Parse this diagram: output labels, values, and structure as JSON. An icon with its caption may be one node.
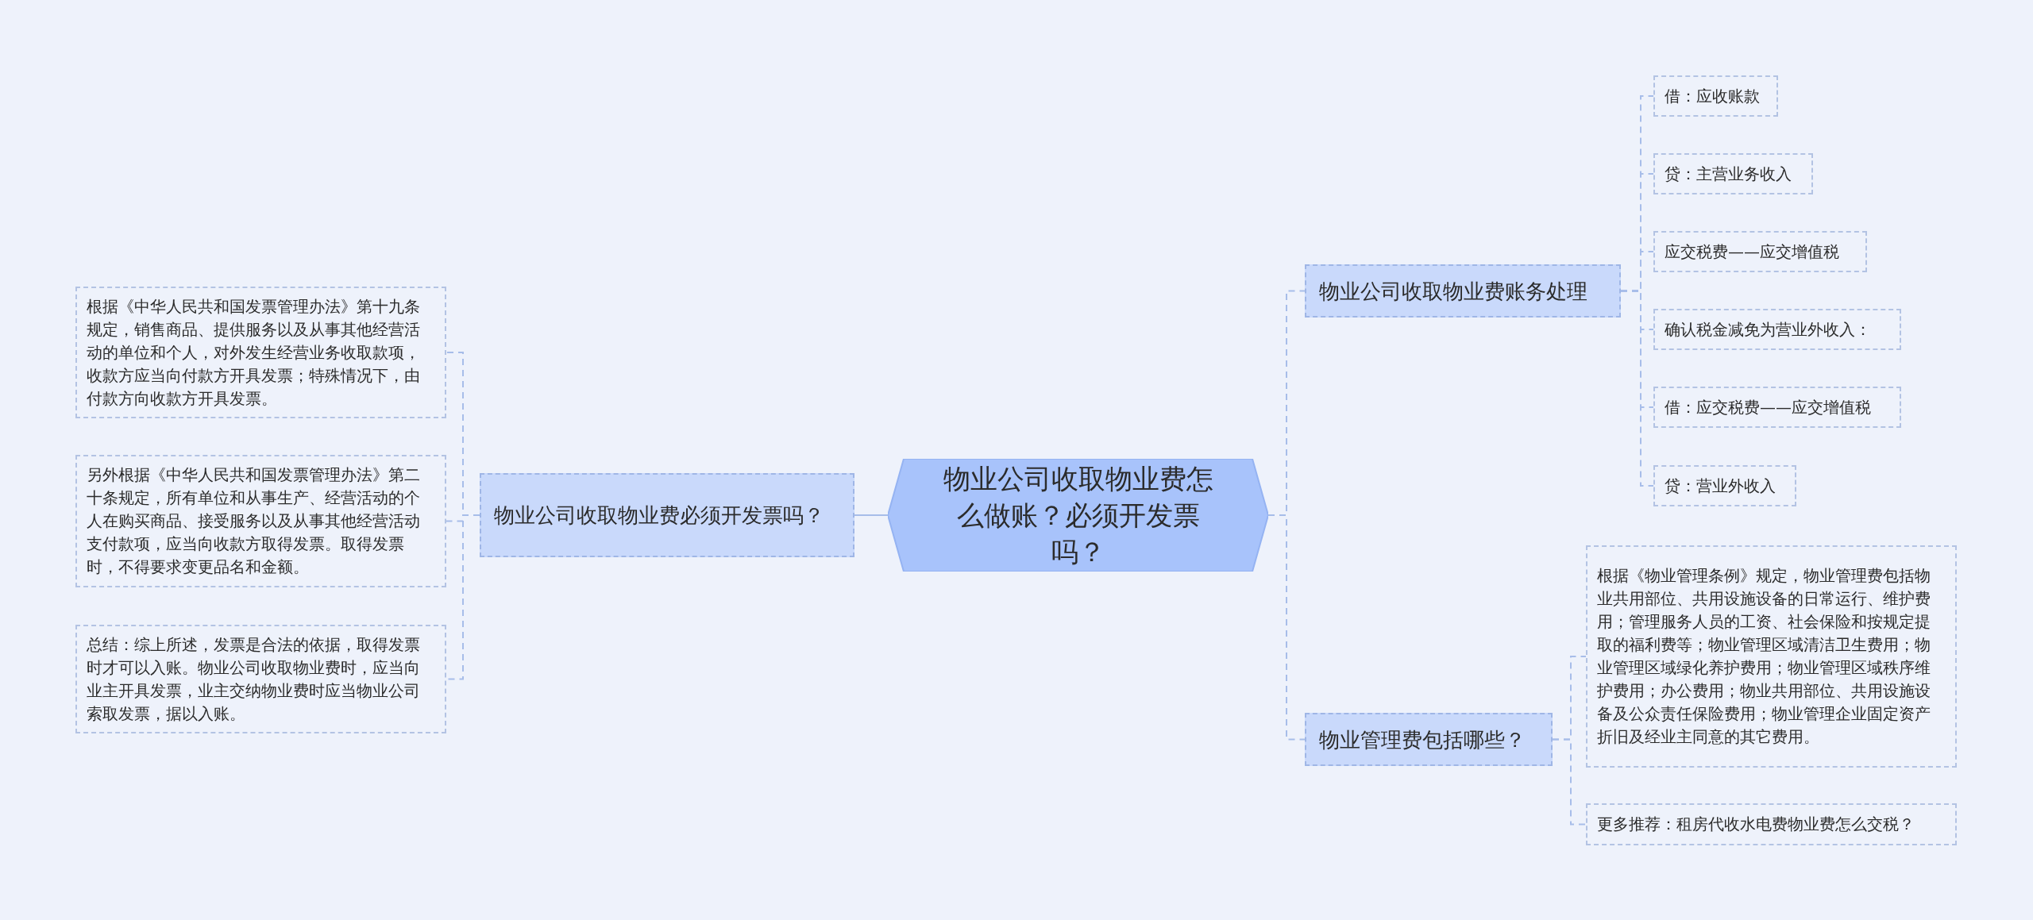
{
  "diagram": {
    "nodes": [
      {
        "text": [
          "物业公司收取物业费怎么做账？必须开发票吗？"
        ]
      },
      {
        "text": [
          "物业公司收取物业费必须开发票吗？"
        ]
      },
      {
        "text": [
          "根据《中华人民共和国发票管理办法》第十九条规定，销售商品、提供服务以及从事其他经营活动的单位和个人，对外发生经营业务收取款项，收款方应当向付款方开具发票；特殊情况下，由付款方向收款方开具发票。"
        ]
      },
      {
        "text": [
          "另外根据《中华人民共和国发票管理办法》第二十条规定，所有单位和从事生产、经营活动的个人在购买商品、接受服务以及从事其他经营活动支付款项，应当向收款方取得发票。取得发票时，不得要求变更品名和金额。"
        ]
      },
      {
        "text": [
          "总结：综上所述，发票是合法的依据，取得发票时才可以入账。物业公司收取物业费时，应当向业主开具发票，业主交纳物业费时应当物业公司索取发票，据以入账。"
        ]
      },
      {
        "text": [
          "物业公司收取物业费账务处理"
        ]
      },
      {
        "text": [
          "借：应收账款"
        ]
      },
      {
        "text": [
          "贷：主营业务收入"
        ]
      },
      {
        "text": [
          "应交税费——应交增值税"
        ]
      },
      {
        "text": [
          "确认税金减免为营业外收入："
        ]
      },
      {
        "text": [
          "借：应交税费——应交增值税"
        ]
      },
      {
        "text": [
          "贷：营业外收入"
        ]
      },
      {
        "text": [
          "物业管理费包括哪些？"
        ]
      },
      {
        "text": [
          "根据《物业管理条例》规定，物业管理费包括物业共用部位、共用设施设备的日常运行、维护费用；管理服务人员的工资、社会保险和按规定提取的福利费等；物业管理区域清洁卫生费用；物业管理区域绿化养护费用；物业管理区域秩序维护费用；办公费用；物业共用部位、共用设施设备及公众责任保险费用；物业管理企业固定资产折旧及经业主同意的其它费用。"
        ]
      },
      {
        "text": [
          "更多推荐：租房代收水电费物业费怎么交税？"
        ]
      }
    ],
    "edges": [
      {
        "from": 0,
        "to": 1,
        "arrow": "none"
      },
      {
        "from": 1,
        "to": 2,
        "arrow": "none",
        "style": "dashed"
      },
      {
        "from": 1,
        "to": 3,
        "arrow": "none",
        "style": "dashed"
      },
      {
        "from": 1,
        "to": 4,
        "arrow": "none",
        "style": "dashed"
      },
      {
        "from": 0,
        "to": 5,
        "arrow": "none",
        "style": "dashed"
      },
      {
        "from": 5,
        "to": 6,
        "arrow": "none",
        "style": "dashed"
      },
      {
        "from": 5,
        "to": 7,
        "arrow": "none",
        "style": "dashed"
      },
      {
        "from": 5,
        "to": 8,
        "arrow": "none",
        "style": "dashed"
      },
      {
        "from": 5,
        "to": 9,
        "arrow": "none",
        "style": "dashed"
      },
      {
        "from": 5,
        "to": 10,
        "arrow": "none",
        "style": "dashed"
      },
      {
        "from": 5,
        "to": 11,
        "arrow": "none",
        "style": "dashed"
      },
      {
        "from": 0,
        "to": 12,
        "arrow": "none",
        "style": "dashed"
      },
      {
        "from": 12,
        "to": 13,
        "arrow": "none",
        "style": "dashed"
      },
      {
        "from": 12,
        "to": 14,
        "arrow": "none",
        "style": "dashed"
      }
    ]
  }
}
